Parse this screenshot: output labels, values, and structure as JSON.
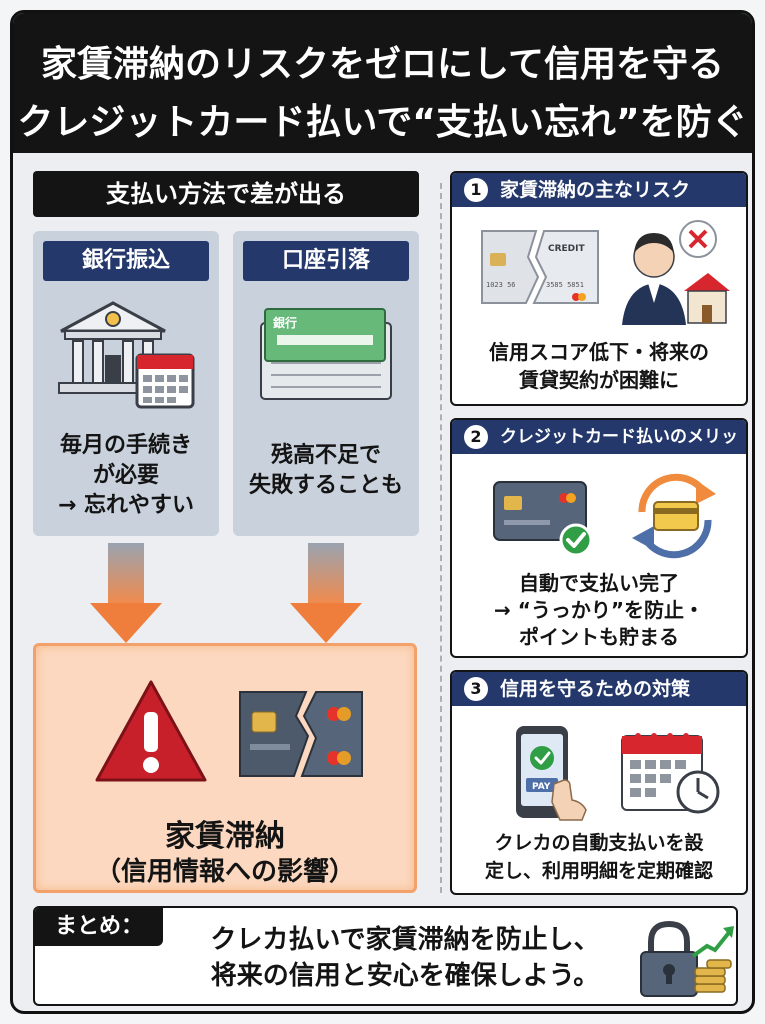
{
  "header": {
    "line1": "家賃滞納のリスクをゼロにして信用を守る",
    "line2": "クレジットカード払いで“支払い忘れ”を防ぐ"
  },
  "left": {
    "title": "支払い方法で差が出る",
    "bank": {
      "label": "銀行振込",
      "line1": "毎月の手続き",
      "line2": "が必要",
      "line3": "→ 忘れやすい"
    },
    "debit": {
      "label": "口座引落",
      "passbook_label": "銀行",
      "line1": "残高不足で",
      "line2": "失敗することも"
    },
    "result": {
      "title": "家賃滞納",
      "subtitle": "（信用情報への影響）"
    }
  },
  "panels": [
    {
      "num": "1",
      "title": "家賃滞納の主なリスク",
      "card_text": "CREDIT",
      "card_numbers_left": "1023 56",
      "card_numbers_right": "3585 5851",
      "line1": "信用スコア低下・将来の",
      "line2": "賃貸契約が困難に"
    },
    {
      "num": "2",
      "title": "クレジットカード払いのメリット",
      "line1": "自動で支払い完了",
      "line2": "→ “うっかり”を防止・",
      "line3": "ポイントも貯まる"
    },
    {
      "num": "3",
      "title": "信用を守るための対策",
      "phone_label": "PAY",
      "line1": "クレカの自動支払いを設",
      "line2": "定し、利用明細を定期確認"
    }
  ],
  "summary": {
    "tag": "まとめ：",
    "line1": "クレカ払いで家賃滞納を防止し、",
    "line2": "将来の信用と安心を確保しよう。"
  },
  "colors": {
    "navy": "#24386c",
    "dark": "#141414",
    "orange": "#ef7d3c",
    "warning_red": "#c8202a"
  }
}
